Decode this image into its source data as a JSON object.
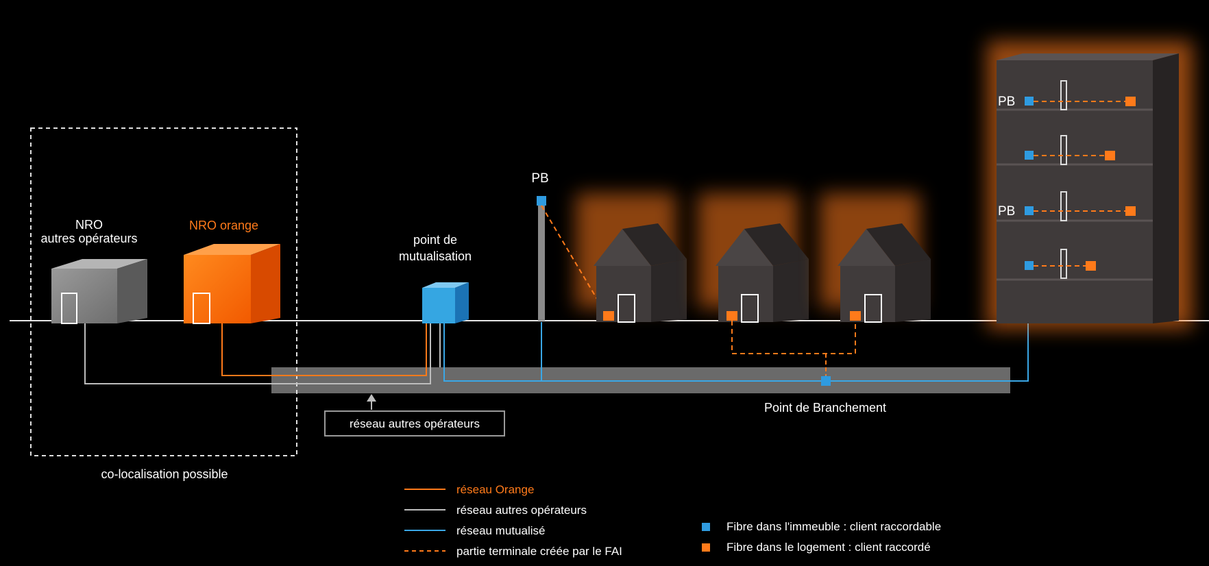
{
  "labels": {
    "nro_other_line1": "NRO",
    "nro_other_line2": "autres opérateurs",
    "nro_orange": "NRO orange",
    "pm_line1": "point de",
    "pm_line2": "mutualisation",
    "pb_pole": "PB",
    "pb_building_top": "PB",
    "pb_building_mid": "PB",
    "point_branchement": "Point de Branchement",
    "reseau_autres_box": "réseau autres opérateurs",
    "colocalisation": "co-localisation possible"
  },
  "legend": {
    "lines": [
      {
        "label": "réseau Orange",
        "color": "#ff7a1a",
        "style": "solid"
      },
      {
        "label": "réseau autres opérateurs",
        "color": "#bdbdbd",
        "style": "solid"
      },
      {
        "label": "réseau mutualisé",
        "color": "#3aa7e6",
        "style": "solid"
      },
      {
        "label": "partie terminale créée par le FAI",
        "color": "#ff7a1a",
        "style": "dashed"
      }
    ],
    "squares": [
      {
        "label": "Fibre dans l'immeuble : client raccordable",
        "color": "#2f9be0"
      },
      {
        "label": "Fibre dans le logement : client raccordé",
        "color": "#ff7a1a"
      }
    ]
  },
  "colors": {
    "orange": "#ff7a1a",
    "blue": "#3aa7e6",
    "grey": "#bdbdbd",
    "background": "#000000"
  }
}
